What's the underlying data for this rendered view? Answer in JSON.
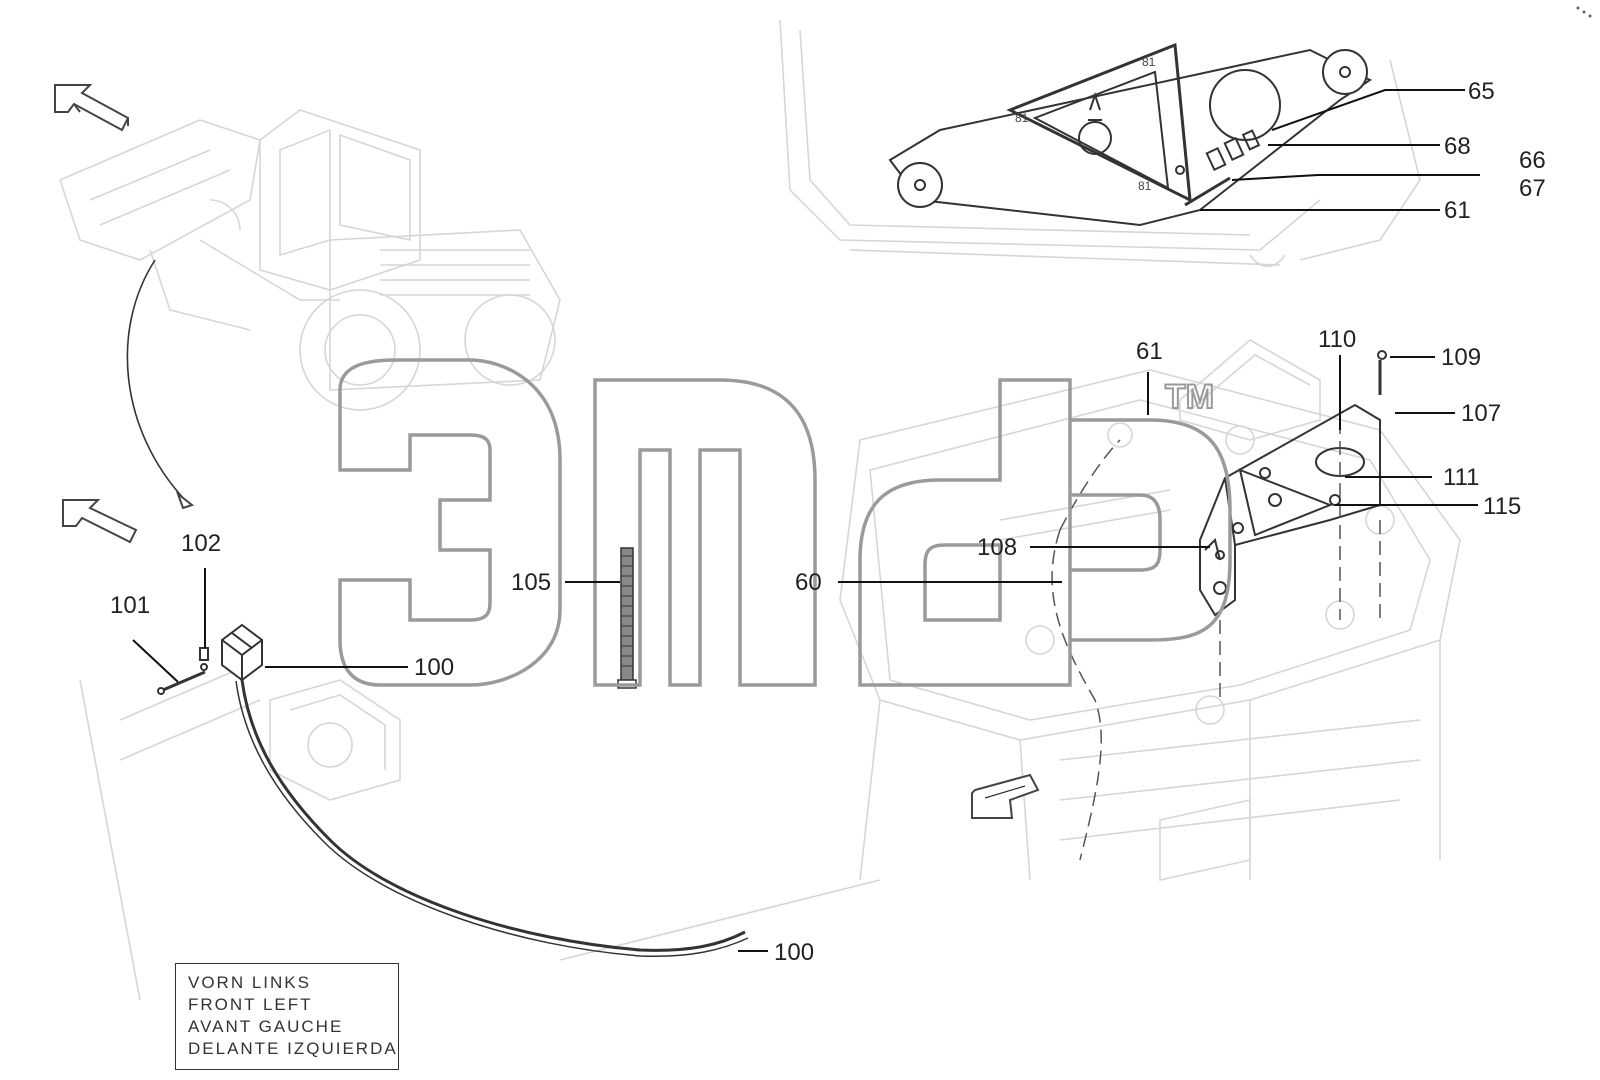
{
  "callouts": {
    "c65": "65",
    "c68": "68",
    "c66": "66",
    "c67": "67",
    "c61_top": "61",
    "c61_mid": "61",
    "c110": "110",
    "c109": "109",
    "c107": "107",
    "c111": "111",
    "c115": "115",
    "c108": "108",
    "c105": "105",
    "c60": "60",
    "c102": "102",
    "c101": "101",
    "c100_sensor": "100",
    "c100_cable": "100"
  },
  "legend": {
    "lines": [
      "VORN LINKS",
      "FRONT LEFT",
      "AVANT GAUCHE",
      "DELANTE IZQUIERDA"
    ]
  },
  "watermark": {
    "trademark": "TM"
  },
  "colors": {
    "ink": "#222222",
    "ghost": "#d6d6d6",
    "watermark": "#9a9a9a"
  }
}
